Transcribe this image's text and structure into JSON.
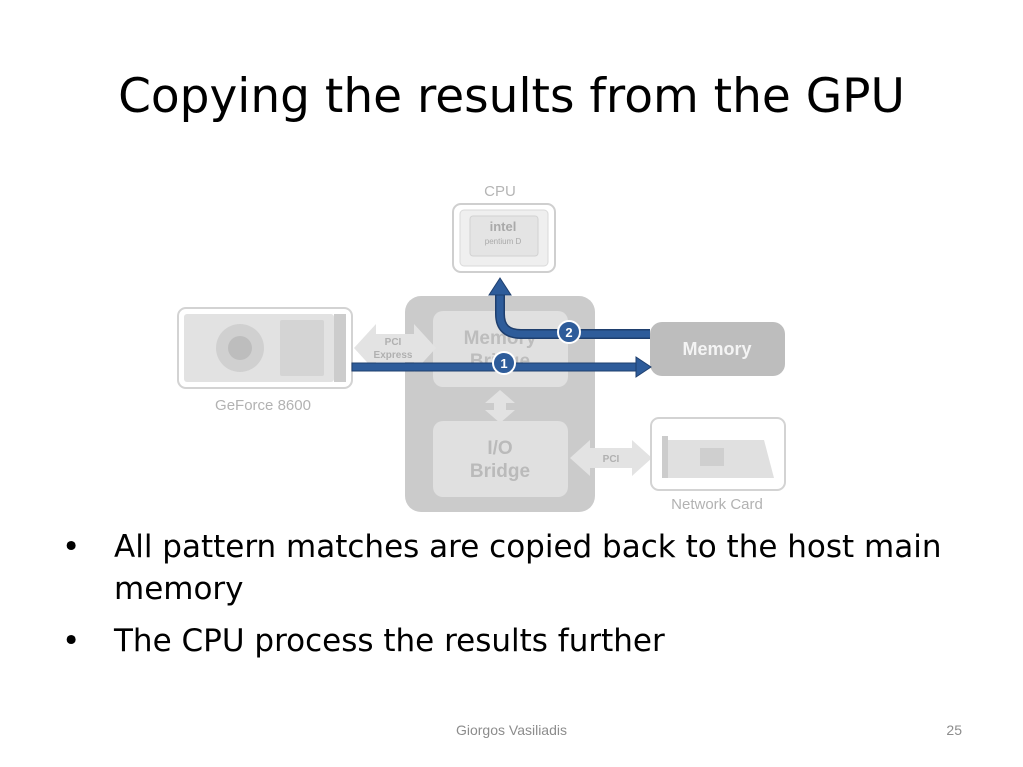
{
  "slide": {
    "title": "Copying the results from the GPU",
    "page_number": "25",
    "author": "Giorgos Vasiliadis"
  },
  "diagram": {
    "cpu_label": "CPU",
    "cpu_brand": "intel",
    "cpu_model": "pentium D",
    "gpu_label": "GeForce 8600",
    "pci_express_line1": "PCI",
    "pci_express_line2": "Express",
    "memory_bridge_line1": "Memory",
    "memory_bridge_line2": "Bridge",
    "io_bridge_line1": "I/O",
    "io_bridge_line2": "Bridge",
    "pci_label": "PCI",
    "memory_label": "Memory",
    "network_card_label": "Network Card",
    "step1_label": "1",
    "step2_label": "2",
    "colors": {
      "arrow": "#2e5c9a",
      "arrow_dark": "#1f3f6e",
      "component_gray": "#c9c9c9",
      "faded_text": "#b9b9b9"
    }
  },
  "bullets": [
    {
      "text": "All pattern matches are copied back to the host main memory"
    },
    {
      "text": "The CPU process the results further"
    }
  ]
}
